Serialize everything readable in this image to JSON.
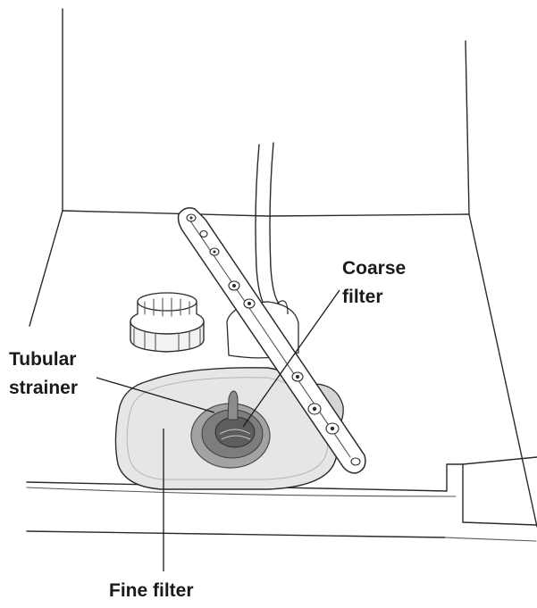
{
  "labels": {
    "coarse_filter_line1": "Coarse",
    "coarse_filter_line2": "filter",
    "tubular_strainer_line1": "Tubular",
    "tubular_strainer_line2": "strainer",
    "fine_filter": "Fine filter"
  },
  "colors": {
    "line": "#2b2b2b",
    "sump_fill": "#e4e4e4",
    "strainer_dark": "#6a6a6a",
    "strainer_mid": "#9a9a9a"
  }
}
